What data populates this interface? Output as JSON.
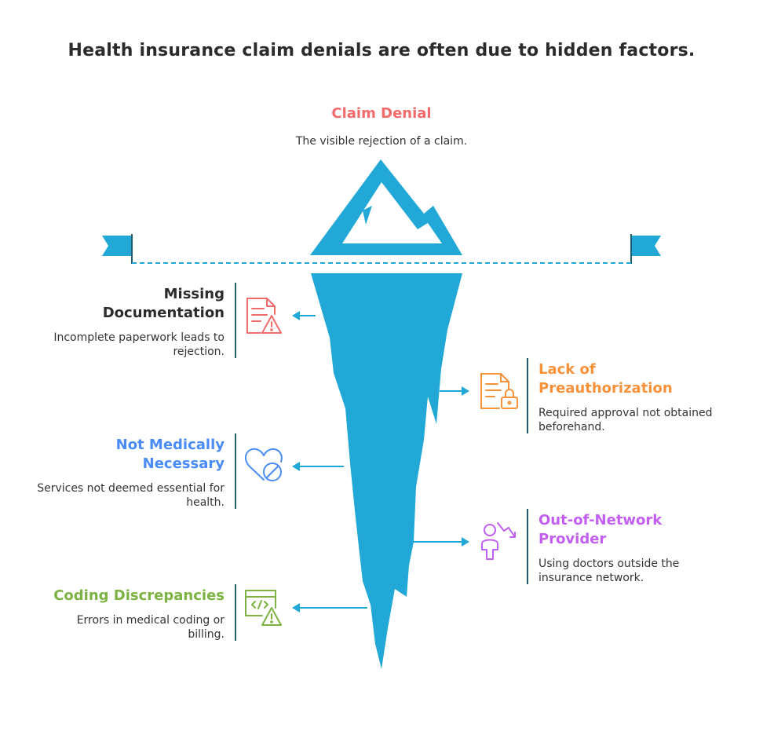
{
  "title": "Health insurance claim denials are often due to hidden factors.",
  "top": {
    "title": "Claim Denial",
    "desc": "The visible rejection of a claim.",
    "color": "#f26b6b"
  },
  "items": [
    {
      "title": "Missing Documentation",
      "desc": "Incomplete paperwork leads to rejection.",
      "color": "#2b2b2b",
      "icon": "document-warning-icon",
      "icon_color": "#f26b6b",
      "side": "left"
    },
    {
      "title": "Lack of Preauthorization",
      "desc": "Required approval not obtained beforehand.",
      "color": "#f7913a",
      "icon": "document-lock-icon",
      "icon_color": "#f7913a",
      "side": "right"
    },
    {
      "title": "Not Medically Necessary",
      "desc": "Services not deemed essential for health.",
      "color": "#4a8cf7",
      "icon": "heart-blocked-icon",
      "icon_color": "#4a8cf7",
      "side": "left"
    },
    {
      "title": "Out-of-Network Provider",
      "desc": "Using doctors outside the insurance network.",
      "color": "#c25ef0",
      "icon": "person-decline-icon",
      "icon_color": "#c25ef0",
      "side": "right"
    },
    {
      "title": "Coding Discrepancies",
      "desc": "Errors in medical coding or billing.",
      "color": "#7cb342",
      "icon": "code-warning-icon",
      "icon_color": "#7cb342",
      "side": "left"
    }
  ],
  "colors": {
    "iceberg": "#21a8d6",
    "arrow": "#21a8d6",
    "divider": "#1f5f6f"
  }
}
